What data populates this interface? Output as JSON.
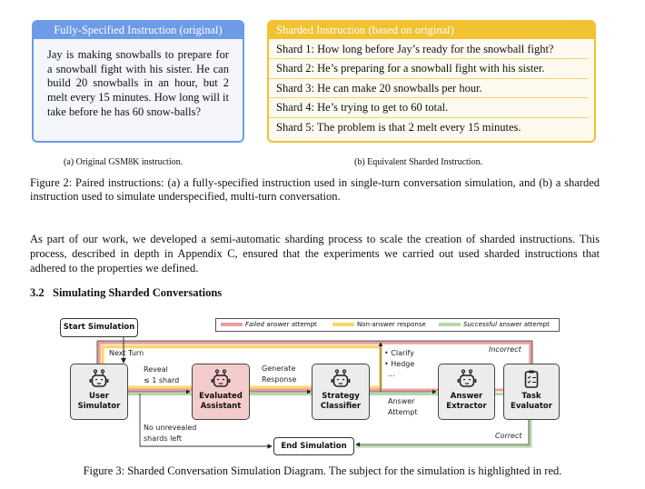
{
  "figure2": {
    "left_box": {
      "title": "Fully-Specified Instruction (original)",
      "text": "Jay is making snowballs to prepare for a snowball fight with his sister. He can build 20 snowballs in an hour, but 2 melt every 15 minutes. How long will it take before he has 60 snow-balls?"
    },
    "right_box": {
      "title": "Sharded Instruction (based on original)",
      "shards": [
        "Shard 1: How long before Jay’s ready for the snowball fight?",
        "Shard 2: He’s preparing for a snowball fight with his sister.",
        "Shard 3: He can make 20 snowballs per hour.",
        "Shard 4: He’s trying to get to 60 total.",
        "Shard 5: The problem is that 2 melt every 15 minutes."
      ]
    },
    "subcaption_a": "(a) Original GSM8K instruction.",
    "subcaption_b": "(b) Equivalent Sharded Instruction.",
    "caption": "Figure 2: Paired instructions: (a) a fully-specified instruction used in single-turn conversation simulation, and (b) a sharded instruction used to simulate underspecified, multi-turn conversation."
  },
  "paragraph": "As part of our work, we developed a semi-automatic sharding process to scale the creation of sharded instructions. This process, described in depth in Appendix C, ensured that the experiments we carried out used sharded instructions that adhered to the properties we defined.",
  "section_heading": "3.2   Simulating Sharded Conversations",
  "figure3": {
    "start": "Start Simulation",
    "end": "End Simulation",
    "legend": {
      "failed_em": "Failed",
      "failed_rest": " answer attempt",
      "non_answer": "Non-answer response",
      "success_em": "Successful",
      "success_rest": " answer attempt"
    },
    "colors": {
      "failed": "#e8a0a0",
      "non_answer": "#fcd86b",
      "success": "#b6d7a8",
      "assistant": "#f4cccc"
    },
    "nodes": {
      "user": [
        "User",
        "Simulator"
      ],
      "assistant": [
        "Evaluated",
        "Assistant"
      ],
      "classifier": [
        "Strategy",
        "Classifier"
      ],
      "extractor": [
        "Answer",
        "Extractor"
      ],
      "evaluator": [
        "Task",
        "Evaluator"
      ]
    },
    "labels": {
      "next_turn": "Next Turn",
      "reveal": [
        "Reveal",
        "≤ 1 shard"
      ],
      "generate": [
        "Generate",
        "Response"
      ],
      "strategies": [
        "• Clarify",
        "• Hedge",
        "  ..."
      ],
      "incorrect": "Incorrect",
      "answer_attempt": [
        "Answer",
        "Attempt"
      ],
      "correct": "Correct",
      "no_unrevealed": [
        "No unrevealed",
        "shards left"
      ]
    },
    "caption": "Figure 3: Sharded Conversation Simulation Diagram. The subject for the simulation is highlighted in red."
  }
}
